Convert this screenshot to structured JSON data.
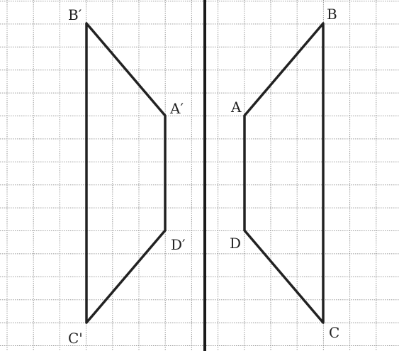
{
  "colors": {
    "paper": "#ffffff",
    "grid": "#9a9a9a",
    "ink": "#222222"
  },
  "diagram": {
    "grid": {
      "columns": 16,
      "rows": 14
    },
    "labels": {
      "A": "A",
      "B": "B",
      "C": "C",
      "D": "D",
      "A_prime": "A′",
      "B_prime": "B′",
      "C_prime": "C'",
      "D_prime": "D′"
    }
  }
}
